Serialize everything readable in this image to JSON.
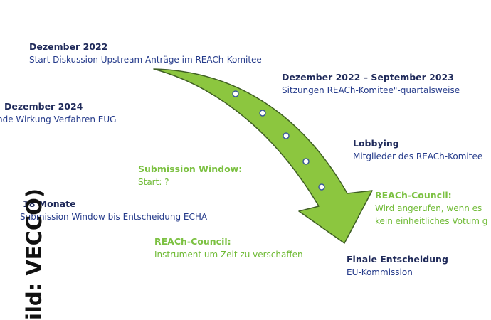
{
  "colors": {
    "navy_title": "#1f2a5a",
    "navy_body": "#243a8a",
    "green_title": "#7cc142",
    "arrow_fill": "#8cc63f",
    "arrow_stroke": "#3f5f23",
    "dot_stroke": "#3c5a9a"
  },
  "milestones": {
    "m1": {
      "title": "Dezember 2022",
      "body": "Start Diskussion Upstream Anträge im REACh-Komitee"
    },
    "m2": {
      "title": "Dezember 2022 – September 2023",
      "body": "Sitzungen REACh-Komitee\"-quartalsweise"
    },
    "m3": {
      "title": "Dezember 2024",
      "body": "nde Wirkung Verfahren EUG"
    },
    "m4": {
      "title": "Lobbying",
      "body": "Mitglieder des REACh-Komitee"
    },
    "m5": {
      "title": "Submission Window:",
      "body": "Start: ?"
    },
    "m6": {
      "title": "18 Monate",
      "body": "Submission Window bis Entscheidung ECHA"
    },
    "m7": {
      "title": "REACh-Council:",
      "body1": "Wird angerufen, wenn es",
      "body2": "kein einheitliches Votum g"
    },
    "m8": {
      "title": "REACh-Council:",
      "body": "Instrument um Zeit zu verschaffen"
    },
    "m9": {
      "title": "Finale Entscheidung",
      "body": "EU-Kommission"
    }
  },
  "credit": "ild: VECCO)"
}
